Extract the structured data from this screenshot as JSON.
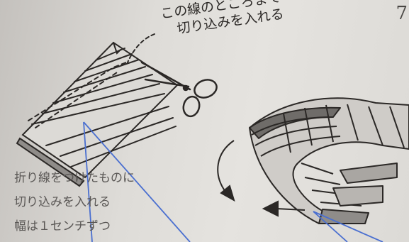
{
  "page_number": "7",
  "caption_top": {
    "line1": "この線のところまで",
    "line2": "切り込みを入れる"
  },
  "caption_left": {
    "line1": "折り線をつけたものに",
    "line2": "切り込みを入れる",
    "line3": "幅は１センチずつ"
  },
  "colors": {
    "paper": "#e0deda",
    "ink": "#2b2826",
    "annotation_line": "#4a6fd0"
  }
}
